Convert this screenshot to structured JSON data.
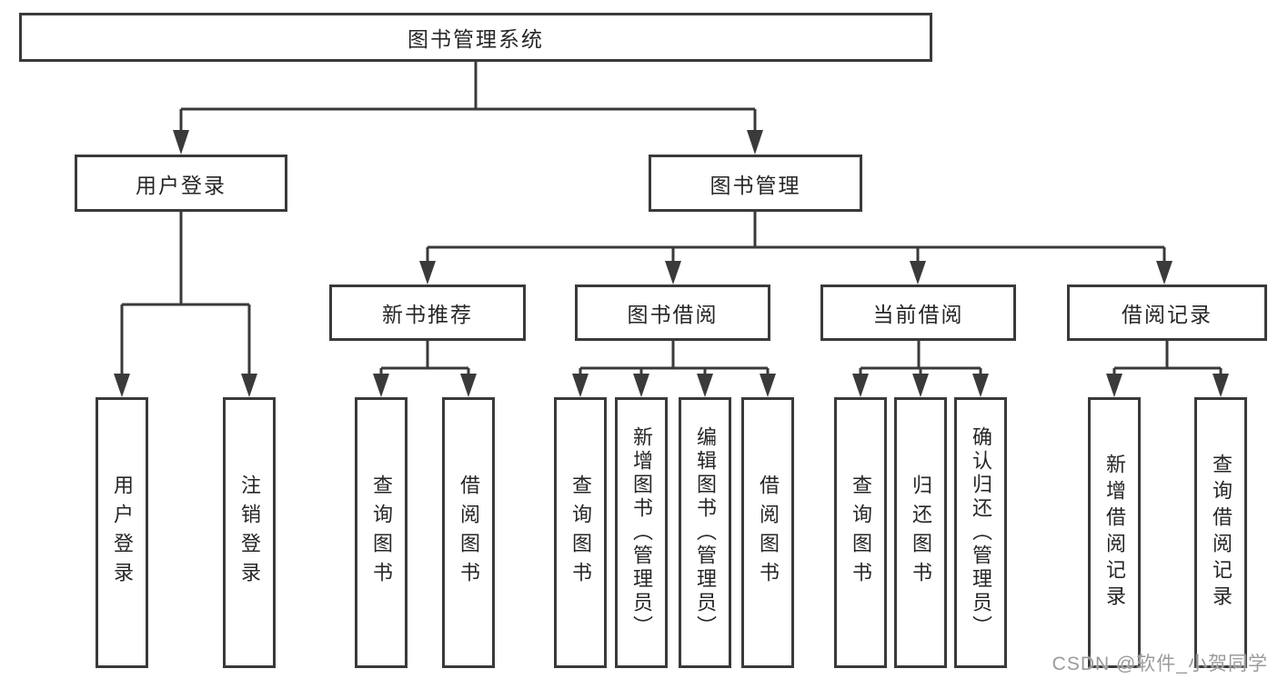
{
  "diagram_title": "图书管理系统",
  "nodes": {
    "root": "图书管理系统",
    "user_login": "用户登录",
    "book_mgmt": "图书管理",
    "new_book_rec": "新书推荐",
    "book_borrow": "图书借阅",
    "current_borrow": "当前借阅",
    "borrow_record": "借阅记录",
    "login": "用户登录",
    "logout": "注销登录",
    "rec_query_book": "查询图书",
    "rec_borrow_book": "借阅图书",
    "bb_query_book": "查询图书",
    "bb_add_book": "新增图书（管理员）",
    "bb_edit_book": "编辑图书（管理员）",
    "bb_borrow_book": "借阅图书",
    "cb_query_book": "查询图书",
    "cb_return_book": "归还图书",
    "cb_confirm_return": "确认归还（管理员）",
    "br_add_record": "新增借阅记录",
    "br_query_record": "查询借阅记录"
  },
  "hierarchy": {
    "root": "图书管理系统",
    "children": [
      {
        "label": "用户登录",
        "children": [
          "用户登录",
          "注销登录"
        ]
      },
      {
        "label": "图书管理",
        "children": [
          {
            "label": "新书推荐",
            "children": [
              "查询图书",
              "借阅图书"
            ]
          },
          {
            "label": "图书借阅",
            "children": [
              "查询图书",
              "新增图书（管理员）",
              "编辑图书（管理员）",
              "借阅图书"
            ]
          },
          {
            "label": "当前借阅",
            "children": [
              "查询图书",
              "归还图书",
              "确认归还（管理员）"
            ]
          },
          {
            "label": "借阅记录",
            "children": [
              "新增借阅记录",
              "查询借阅记录"
            ]
          }
        ]
      }
    ]
  },
  "watermark": {
    "text": "CSDN @软件_小贺同学"
  },
  "colors": {
    "line": "#3a3a3a",
    "box_border": "#3a3a3a",
    "text": "#262626",
    "watermark": "#9b9b9b",
    "background": "#ffffff"
  }
}
